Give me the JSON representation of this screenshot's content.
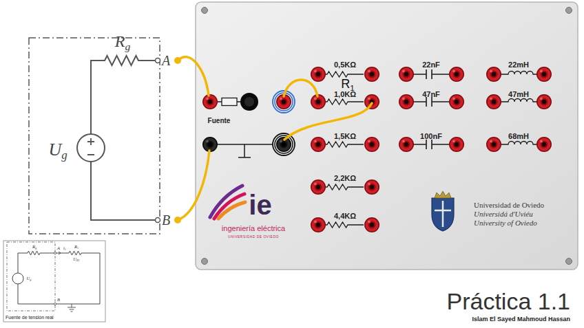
{
  "diagram": {
    "title": "Práctica 1.1",
    "labels": [
      "Rg",
      "A",
      "Ug",
      "B",
      "0,5KΩ",
      "R1",
      "1,0KΩ",
      "1,5KΩ",
      "2,2KΩ",
      "4,4KΩ",
      "22nF",
      "47nF",
      "100nF",
      "22mH",
      "47mH",
      "68mH",
      "Fuente",
      "ie",
      "ingeniería eléctrica",
      "UNIVERSIDAD DE OVIEDO",
      "Universidad de Oviedo",
      "Universidá d'Uviéu",
      "University of Oviedo",
      "Rg",
      "A",
      "i1",
      "R1",
      "UR1",
      "Ug",
      "B",
      "Fuente de tensión real",
      "Islam El Sayed Mahmoud Hassan"
    ]
  }
}
